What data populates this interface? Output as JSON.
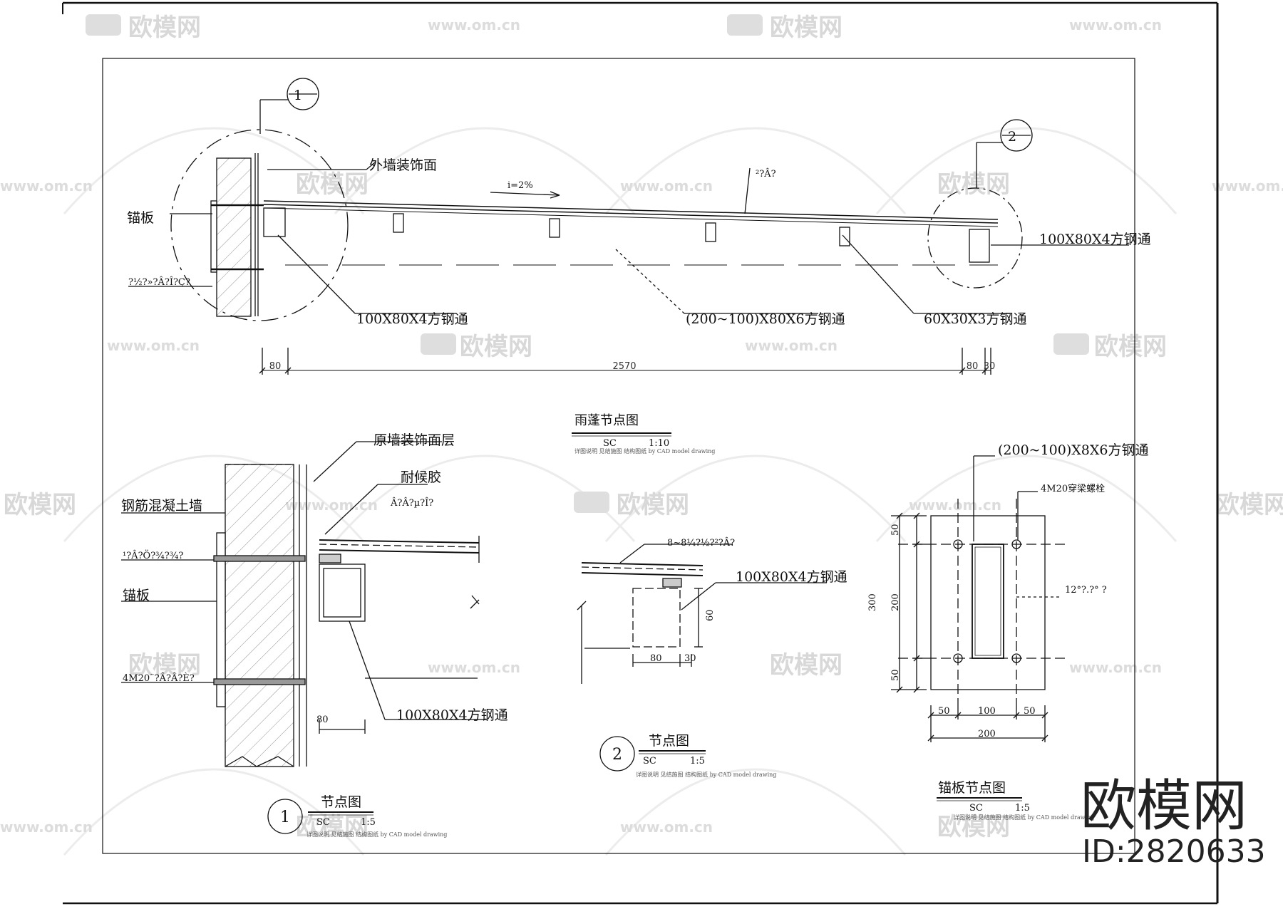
{
  "labels": {
    "exterior_finish": "外墙装饰面",
    "slope": "i=2%",
    "slope_garble": "²?Â?",
    "anchor_plate": "锚板",
    "garble_left": "?½?»?Â?Î?Ç?",
    "steel_100_left": "100X80X4方钢通",
    "steel_main": "(200~100)X80X6方钢通",
    "steel_60": "60X30X3方钢通",
    "steel_100_right": "100X80X4方钢通",
    "callout_1": "1",
    "callout_2": "2"
  },
  "dims_top": {
    "d80_left": "80",
    "d_total": "2570",
    "d80_right": "80",
    "d30": "30"
  },
  "title_main": {
    "title": "雨蓬节点图",
    "scale_code": "SC",
    "scale": "1:10",
    "note": "详图说明 见结施图 结构图纸 by CAD model drawing"
  },
  "node1": {
    "orig_finish": "原墙装饰面层",
    "weather_glue": "耐候胶",
    "garble_a": "Â?Â?µ?Î?",
    "rc_wall": "钢筋混凝土墙",
    "garble_b": "¹?Â?Ö?¾?¾?",
    "anchor_plate": "锚板",
    "bolt": "4M20¨?Â?Â?È?",
    "steel": "100X80X4方钢通",
    "dim80": "80",
    "title": "节点图",
    "num": "1",
    "scale_code": "SC",
    "scale": "1:5",
    "note": "详图说明 见结施图 结构图纸 by CAD model drawing"
  },
  "node2": {
    "garble": "8~8¼?½?²?Â?",
    "steel": "100X80X4方钢通",
    "dim60": "60",
    "dim80": "80",
    "dim30": "30",
    "title": "节点图",
    "num": "2",
    "scale_code": "SC",
    "scale": "1:5",
    "note": "详图说明 见结施图 结构图纸 by CAD model drawing"
  },
  "anchor_node": {
    "steel": "(200~100)X8X6方钢通",
    "bolt": "4M20穿梁螺栓",
    "garble": "12°?.?° ?",
    "d50_top": "50",
    "d200_v": "200",
    "d300": "300",
    "d50_bot": "50",
    "d50_l": "50",
    "d100": "100",
    "d50_r": "50",
    "d200_h": "200",
    "title": "锚板节点图",
    "scale_code": "SC",
    "scale": "1:5",
    "note": "详图说明 见结施图 结构图纸 by CAD model drawing"
  },
  "watermark": {
    "text": "欧模网",
    "url": "www.om.cn"
  },
  "brand": {
    "name": "欧模网",
    "id": "ID:2820633"
  }
}
